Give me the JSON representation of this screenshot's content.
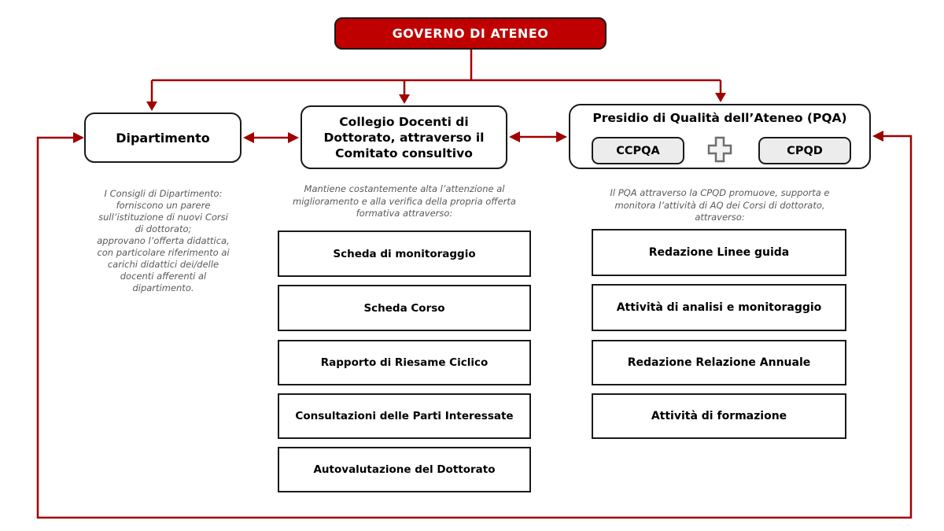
{
  "top_box": {
    "label": "GOVERNO DI ATENEO"
  },
  "left": {
    "title": "Dipartimento",
    "description": "I Consigli di Dipartimento:\nforniscono un parere\nsull’istituzione di nuovi Corsi\ndi dottorato;\napprovano l’offerta didattica,\ncon particolare riferimento ai\ncarichi didattici dei/delle\ndocenti afferenti al\ndipartimento."
  },
  "middle": {
    "title": "Collegio Docenti di\nDottorato, attraverso il\nComitato consultivo",
    "description": "Mantiene costantemente alta l’attenzione al\nmiglioramento e alla verifica della propria offerta\nformativa attraverso:",
    "items": [
      "Scheda di monitoraggio",
      "Scheda Corso",
      "Rapporto di Riesame Ciclico",
      "Consultazioni delle Parti Interessate",
      "Autovalutazione del Dottorato"
    ]
  },
  "right": {
    "title": "Presidio di Qualità dell’Ateneo (PQA)",
    "sub_boxes": [
      "CCPQA",
      "CPQD"
    ],
    "joiner_icon": "plus-icon",
    "description": "Il PQA attraverso la CPQD promuove, supporta e\nmonitora l’attività di AQ dei Corsi di dottorato,\nattraverso:",
    "items": [
      "Redazione Linee guida",
      "Attività di analisi e monitoraggio",
      "Redazione Relazione Annuale",
      "Attività di formazione"
    ]
  },
  "colors": {
    "governo_fill": "#C00000",
    "connector_red": "#A00000",
    "description_gray": "#595959",
    "chip_gray": "#ECECEC"
  }
}
